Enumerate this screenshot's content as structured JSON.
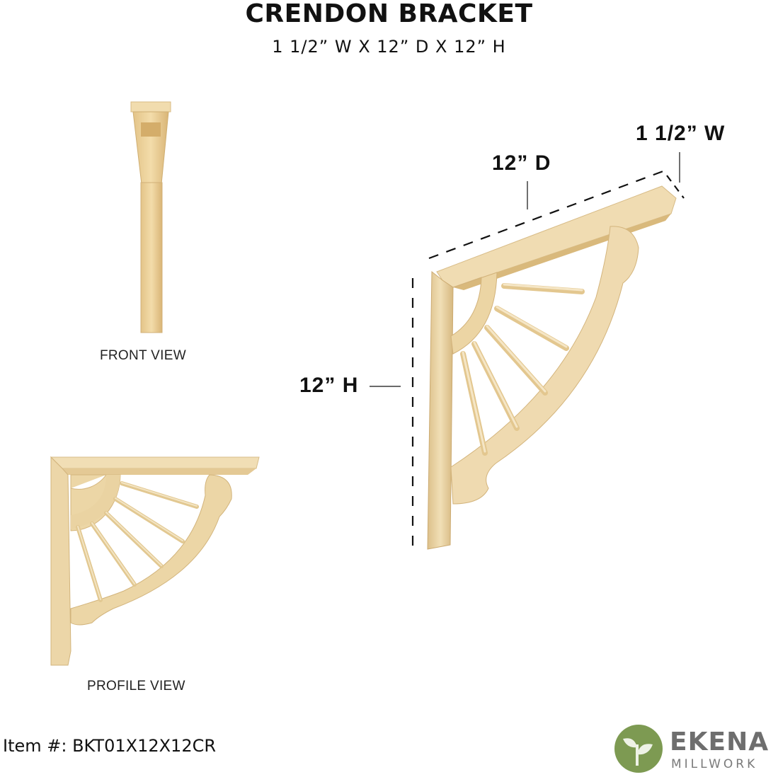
{
  "header": {
    "title": "CRENDON BRACKET",
    "dimensions": "1 1/2” W X 12” D X 12” H"
  },
  "views": {
    "front": {
      "label": "FRONT VIEW"
    },
    "profile": {
      "label": "PROFILE VIEW"
    },
    "perspective": {
      "dimension_width": "1 1/2” W",
      "dimension_depth": "12” D",
      "dimension_height": "12” H"
    }
  },
  "footer": {
    "item_number": "Item #: BKT01X12X12CR"
  },
  "brand": {
    "name": "EKENA",
    "subname": "MILLWORK",
    "logo_icon": "leaf-sprout-icon",
    "logo_color": "#7d9a52"
  },
  "colors": {
    "wood_light": "#f0ddb4",
    "wood_mid": "#e6cc9a",
    "wood_shadow": "#c9a66b",
    "text": "#111111"
  }
}
